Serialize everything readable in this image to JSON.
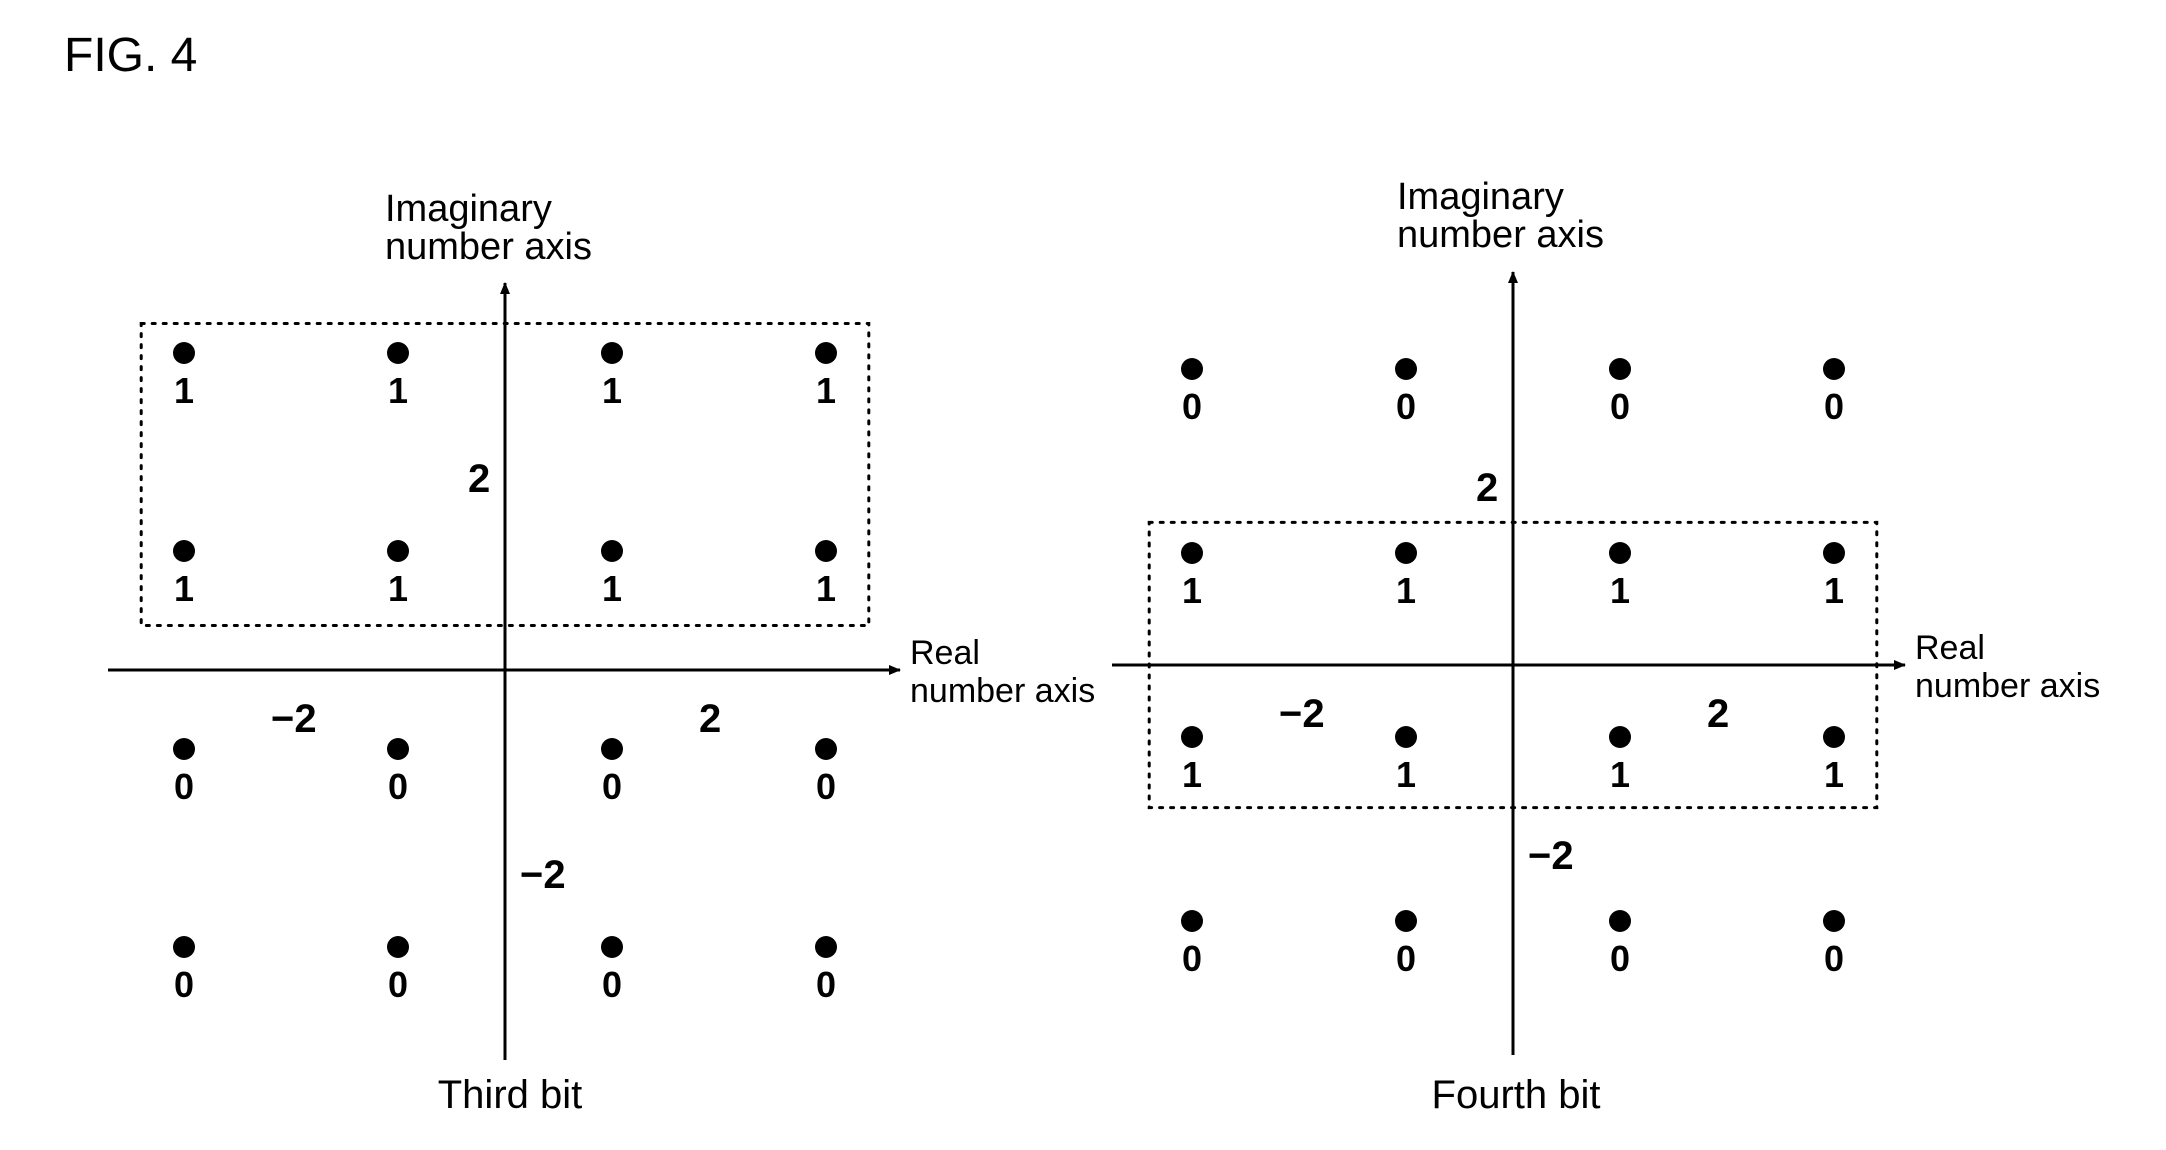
{
  "figure_label": "FIG. 4",
  "colors": {
    "ink": "#000000",
    "background": "#ffffff"
  },
  "chart_data": [
    {
      "type": "scatter",
      "title": "Third bit",
      "xlabel": "Real number axis",
      "ylabel": "Imaginary number axis",
      "xtick_labels": [
        {
          "value": -2,
          "text": "−2"
        },
        {
          "value": 2,
          "text": "2"
        }
      ],
      "ytick_labels": [
        {
          "value": 2,
          "text": "2"
        },
        {
          "value": -2,
          "text": "−2"
        }
      ],
      "points": [
        {
          "x": -3,
          "y": 3,
          "bit": "1"
        },
        {
          "x": -1,
          "y": 3,
          "bit": "1"
        },
        {
          "x": 1,
          "y": 3,
          "bit": "1"
        },
        {
          "x": 3,
          "y": 3,
          "bit": "1"
        },
        {
          "x": -3,
          "y": 1,
          "bit": "1"
        },
        {
          "x": -1,
          "y": 1,
          "bit": "1"
        },
        {
          "x": 1,
          "y": 1,
          "bit": "1"
        },
        {
          "x": 3,
          "y": 1,
          "bit": "1"
        },
        {
          "x": -3,
          "y": -1,
          "bit": "0"
        },
        {
          "x": -1,
          "y": -1,
          "bit": "0"
        },
        {
          "x": 1,
          "y": -1,
          "bit": "0"
        },
        {
          "x": 3,
          "y": -1,
          "bit": "0"
        },
        {
          "x": -3,
          "y": -3,
          "bit": "0"
        },
        {
          "x": -1,
          "y": -3,
          "bit": "0"
        },
        {
          "x": 1,
          "y": -3,
          "bit": "0"
        },
        {
          "x": 3,
          "y": -3,
          "bit": "0"
        }
      ],
      "highlight_region": {
        "x": [
          -3.4,
          3.4
        ],
        "y": [
          0.45,
          3.5
        ],
        "style": "dotted"
      }
    },
    {
      "type": "scatter",
      "title": "Fourth bit",
      "xlabel": "Real number axis",
      "ylabel": "Imaginary number axis",
      "xtick_labels": [
        {
          "value": -2,
          "text": "−2"
        },
        {
          "value": 2,
          "text": "2"
        }
      ],
      "ytick_labels": [
        {
          "value": 2,
          "text": "2"
        },
        {
          "value": -2,
          "text": "−2"
        }
      ],
      "points": [
        {
          "x": -3,
          "y": 3,
          "bit": "0"
        },
        {
          "x": -1,
          "y": 3,
          "bit": "0"
        },
        {
          "x": 1,
          "y": 3,
          "bit": "0"
        },
        {
          "x": 3,
          "y": 3,
          "bit": "0"
        },
        {
          "x": -3,
          "y": 1,
          "bit": "1"
        },
        {
          "x": -1,
          "y": 1,
          "bit": "1"
        },
        {
          "x": 1,
          "y": 1,
          "bit": "1"
        },
        {
          "x": 3,
          "y": 1,
          "bit": "1"
        },
        {
          "x": -3,
          "y": -1,
          "bit": "1"
        },
        {
          "x": -1,
          "y": -1,
          "bit": "1"
        },
        {
          "x": 1,
          "y": -1,
          "bit": "1"
        },
        {
          "x": 3,
          "y": -1,
          "bit": "1"
        },
        {
          "x": -3,
          "y": -3,
          "bit": "0"
        },
        {
          "x": -1,
          "y": -3,
          "bit": "0"
        },
        {
          "x": 1,
          "y": -3,
          "bit": "0"
        },
        {
          "x": 3,
          "y": -3,
          "bit": "0"
        }
      ],
      "highlight_region": {
        "x": [
          -3.4,
          3.4
        ],
        "y": [
          -1.55,
          1.55
        ],
        "style": "dotted"
      }
    }
  ]
}
